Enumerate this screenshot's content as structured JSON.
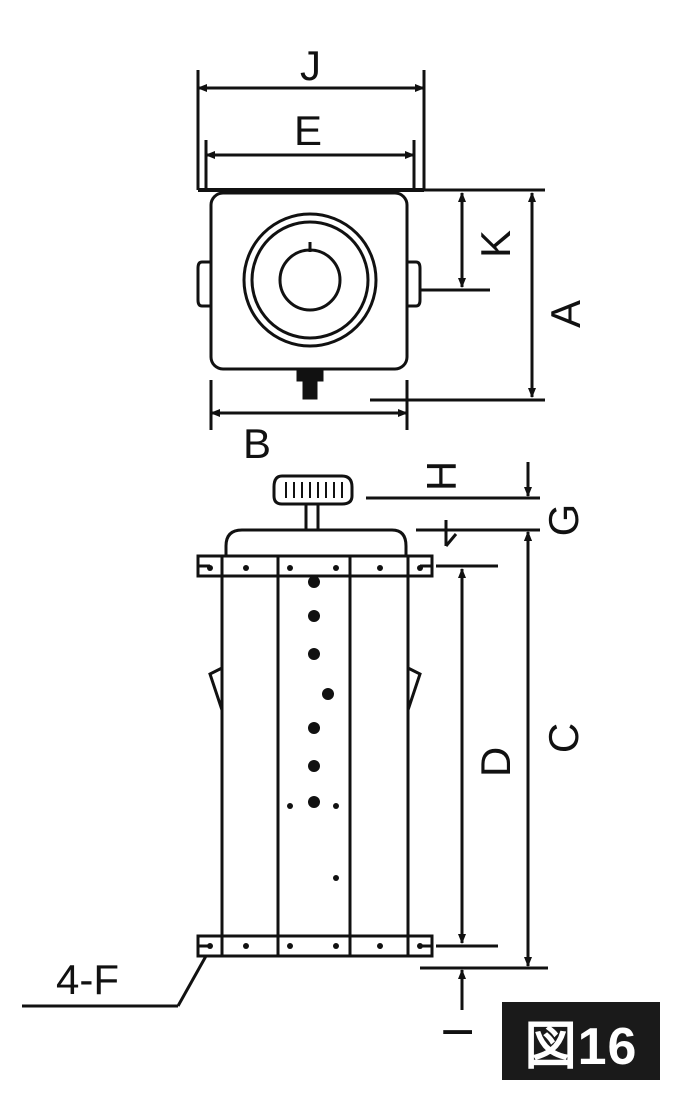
{
  "labels": {
    "J": "J",
    "E": "E",
    "K": "K",
    "A": "A",
    "B": "B",
    "H": "H",
    "G": "G",
    "C": "C",
    "D": "D",
    "I": "I",
    "F": "4-F"
  },
  "figure": {
    "label": "図16"
  },
  "colors": {
    "line": "#111111",
    "background": "#ffffff",
    "figure_box": "#1a1a1a"
  }
}
